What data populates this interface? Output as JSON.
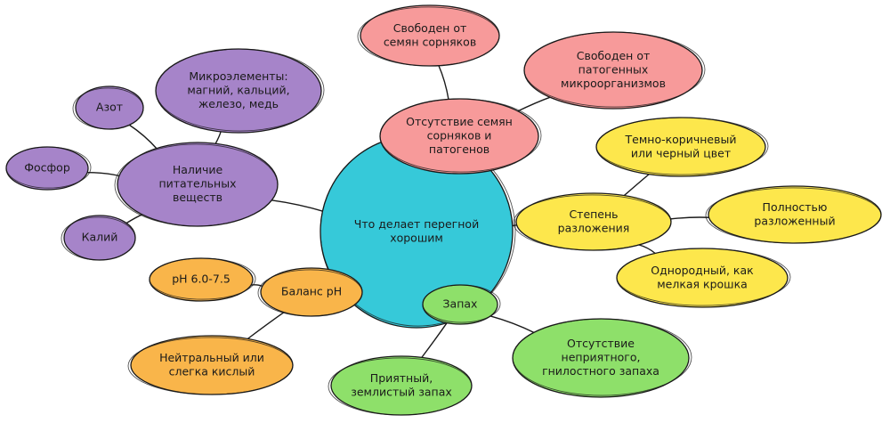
{
  "colors": {
    "center": "#36c9d9",
    "purple": "#a684c9",
    "pink": "#f79a9a",
    "yellow": "#fde74c",
    "orange": "#f9b54a",
    "green": "#8ee06a"
  },
  "nodes": [
    {
      "id": "center",
      "lines": [
        "Что делает перегной",
        "хорошим"
      ],
      "color": "center"
    },
    {
      "id": "nutrients",
      "lines": [
        "Наличие",
        "питательных",
        "веществ"
      ],
      "color": "purple"
    },
    {
      "id": "microelements",
      "lines": [
        "Микроэлементы:",
        "магний, кальций,",
        "железо, медь"
      ],
      "color": "purple"
    },
    {
      "id": "nitrogen",
      "lines": [
        "Азот"
      ],
      "color": "purple"
    },
    {
      "id": "phosphorus",
      "lines": [
        "Фосфор"
      ],
      "color": "purple"
    },
    {
      "id": "potassium",
      "lines": [
        "Калий"
      ],
      "color": "purple"
    },
    {
      "id": "no-weeds-pathogens",
      "lines": [
        "Отсутствие семян",
        "сорняков и",
        "патогенов"
      ],
      "color": "pink"
    },
    {
      "id": "weed-free",
      "lines": [
        "Свободен от",
        "семян сорняков"
      ],
      "color": "pink"
    },
    {
      "id": "pathogen-free",
      "lines": [
        "Свободен от",
        "патогенных",
        "микроорганизмов"
      ],
      "color": "pink"
    },
    {
      "id": "decomposition",
      "lines": [
        "Степень",
        "разложения"
      ],
      "color": "yellow"
    },
    {
      "id": "dark-brown",
      "lines": [
        "Темно-коричневый",
        "или черный цвет"
      ],
      "color": "yellow"
    },
    {
      "id": "fully-decomposed",
      "lines": [
        "Полностью",
        "разложенный"
      ],
      "color": "yellow"
    },
    {
      "id": "uniform-crumb",
      "lines": [
        "Однородный, как",
        "мелкая крошка"
      ],
      "color": "yellow"
    },
    {
      "id": "ph-balance",
      "lines": [
        "Баланс pH"
      ],
      "color": "orange"
    },
    {
      "id": "ph-range",
      "lines": [
        "pH 6.0-7.5"
      ],
      "color": "orange"
    },
    {
      "id": "neutral-acidic",
      "lines": [
        "Нейтральный или",
        "слегка кислый"
      ],
      "color": "orange"
    },
    {
      "id": "smell",
      "lines": [
        "Запах"
      ],
      "color": "green"
    },
    {
      "id": "pleasant-earthy",
      "lines": [
        "Приятный,",
        "землистый запах"
      ],
      "color": "green"
    },
    {
      "id": "no-rotten-smell",
      "lines": [
        "Отсутствие",
        "неприятного,",
        "гнилостного запаха"
      ],
      "color": "green"
    }
  ],
  "edges": [
    [
      "center",
      "nutrients"
    ],
    [
      "nutrients",
      "microelements"
    ],
    [
      "nutrients",
      "nitrogen"
    ],
    [
      "nutrients",
      "phosphorus"
    ],
    [
      "nutrients",
      "potassium"
    ],
    [
      "center",
      "no-weeds-pathogens"
    ],
    [
      "no-weeds-pathogens",
      "weed-free"
    ],
    [
      "no-weeds-pathogens",
      "pathogen-free"
    ],
    [
      "center",
      "decomposition"
    ],
    [
      "decomposition",
      "dark-brown"
    ],
    [
      "decomposition",
      "fully-decomposed"
    ],
    [
      "decomposition",
      "uniform-crumb"
    ],
    [
      "center",
      "ph-balance"
    ],
    [
      "ph-balance",
      "ph-range"
    ],
    [
      "ph-balance",
      "neutral-acidic"
    ],
    [
      "center",
      "smell"
    ],
    [
      "smell",
      "pleasant-earthy"
    ],
    [
      "smell",
      "no-rotten-smell"
    ]
  ]
}
